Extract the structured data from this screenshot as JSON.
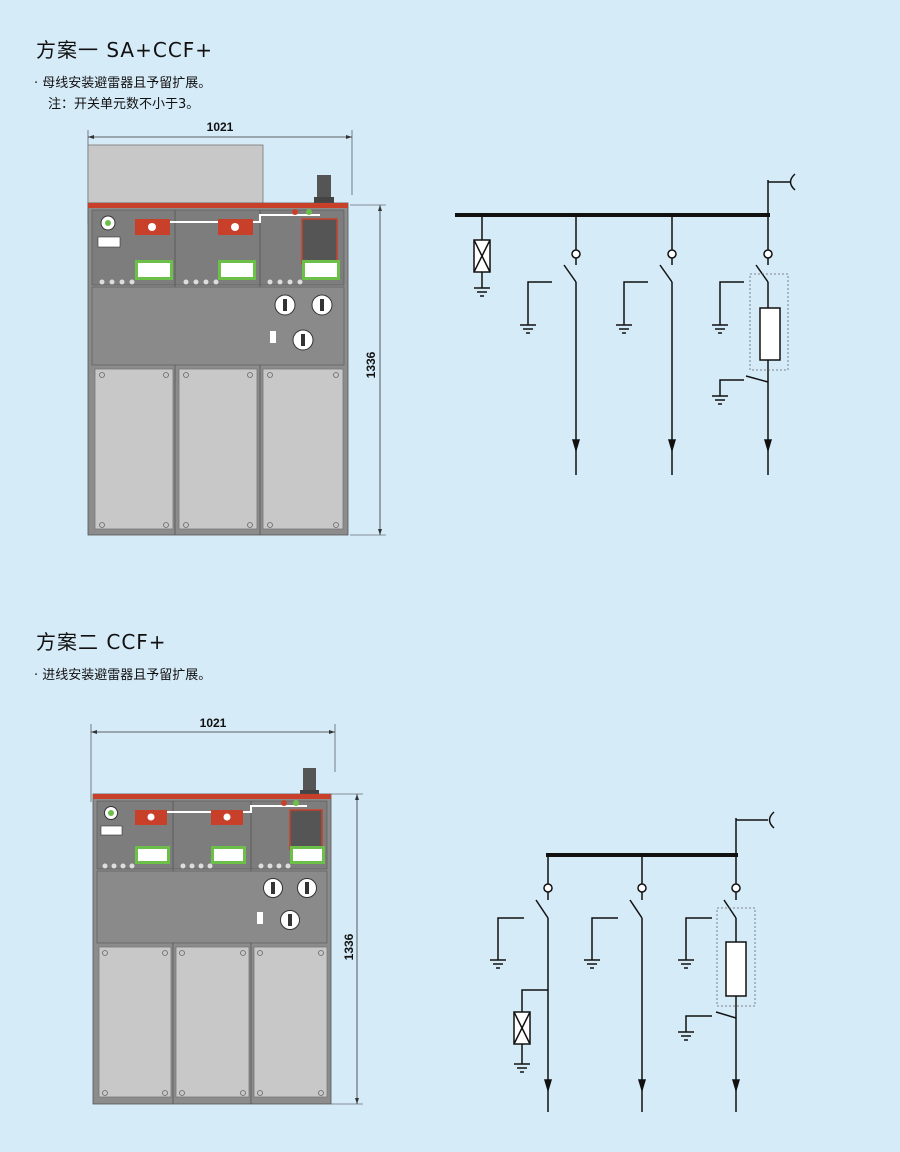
{
  "scheme1": {
    "title": "方案一 SA+CCF+",
    "note_line1": "· 母线安装避雷器且予留扩展。",
    "note_line2": "注：开关单元数不小于3。",
    "width_label": "1021",
    "height_label": "1336"
  },
  "scheme2": {
    "title": "方案二 CCF+",
    "note_line1": "· 进线安装避雷器且予留扩展。",
    "width_label": "1021",
    "height_label": "1336"
  },
  "colors": {
    "background": "#d6ebf8",
    "panel_body": "#8c8c8c",
    "panel_door": "#c8c8c8",
    "accent_red": "#c9402a",
    "indicator_green": "#6cc04a"
  }
}
